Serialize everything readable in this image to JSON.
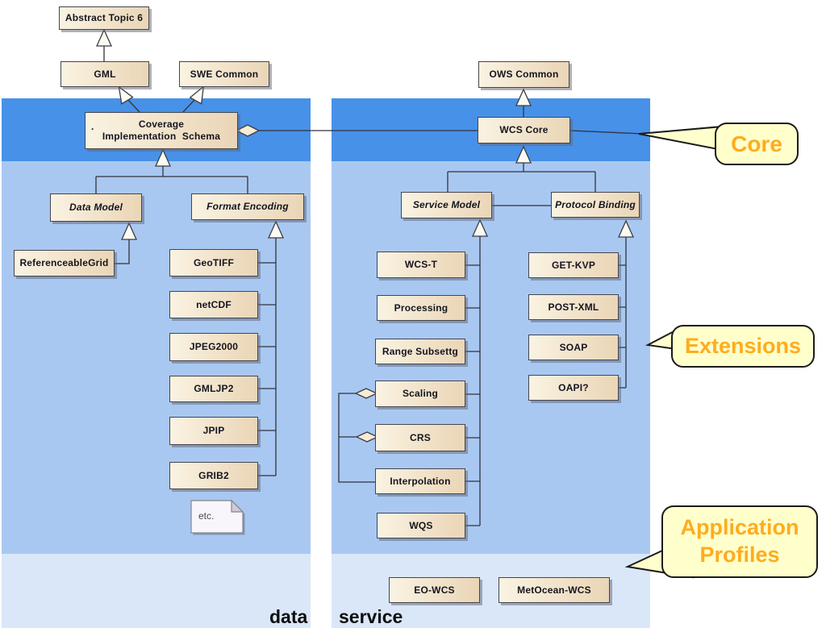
{
  "colors": {
    "core_band": "#4791E9",
    "extensions_band": "#A9C8F1",
    "profiles_band": "#DAE7F8",
    "box_fill_light": "#FAF3E2",
    "box_fill_dark": "#EAD5B6",
    "callout_fill": "#FFFFCC",
    "callout_text": "#FFAC1E",
    "note_fill": "#F8F6FB"
  },
  "boxes": {
    "abstract_topic6": "Abstract Topic 6",
    "gml": "GML",
    "swe_common": "SWE Common",
    "cis_dot": ".",
    "cis_line1": "Coverage",
    "cis_line2": "Implementation Schema",
    "data_model": "Data Model",
    "format_encoding": "Format Encoding",
    "referenceable_grid": "ReferenceableGrid",
    "geotiff": "GeoTIFF",
    "netcdf": "netCDF",
    "jpeg2000": "JPEG2000",
    "gmljp2": "GMLJP2",
    "jpip": "JPIP",
    "grib2": "GRIB2",
    "etc_note": "etc.",
    "ows_common": "OWS Common",
    "wcs_core": "WCS Core",
    "service_model": "Service Model",
    "protocol_binding": "Protocol Binding",
    "wcs_t": "WCS-T",
    "processing": "Processing",
    "range_subsetting": "Range Subsettg",
    "scaling": "Scaling",
    "crs": "CRS",
    "interpolation": "Interpolation",
    "wqs": "WQS",
    "eo_wcs": "EO-WCS",
    "metocean_wcs": "MetOcean-WCS"
  },
  "callouts": {
    "core": "Core",
    "extensions": "Extensions",
    "application_profiles": [
      "Application",
      "Profiles"
    ]
  },
  "legend": {
    "data": "data",
    "service": "service"
  }
}
